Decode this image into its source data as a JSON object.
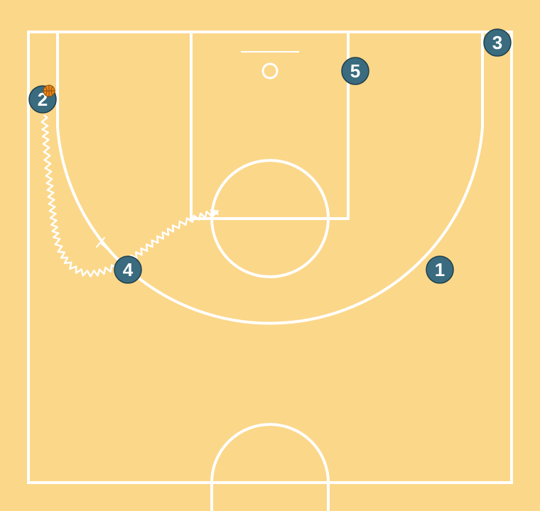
{
  "court": {
    "background_color": "#fbd78a",
    "line_color": "#ffffff"
  },
  "players": [
    {
      "id": "p1",
      "label": "1"
    },
    {
      "id": "p2",
      "label": "2",
      "has_ball": true
    },
    {
      "id": "p3",
      "label": "3"
    },
    {
      "id": "p4",
      "label": "4"
    },
    {
      "id": "p5",
      "label": "5"
    }
  ],
  "player_style": {
    "fill": "#3a6b7e",
    "stroke": "#1f3f4c",
    "text_color": "#ffffff"
  },
  "ball": {
    "icon": "basketball-icon",
    "color": "#e8861c"
  },
  "actions": [
    {
      "type": "dribble",
      "from": "2",
      "to": "paint",
      "path_color": "#ffffff"
    },
    {
      "type": "screen",
      "by": "4"
    }
  ]
}
